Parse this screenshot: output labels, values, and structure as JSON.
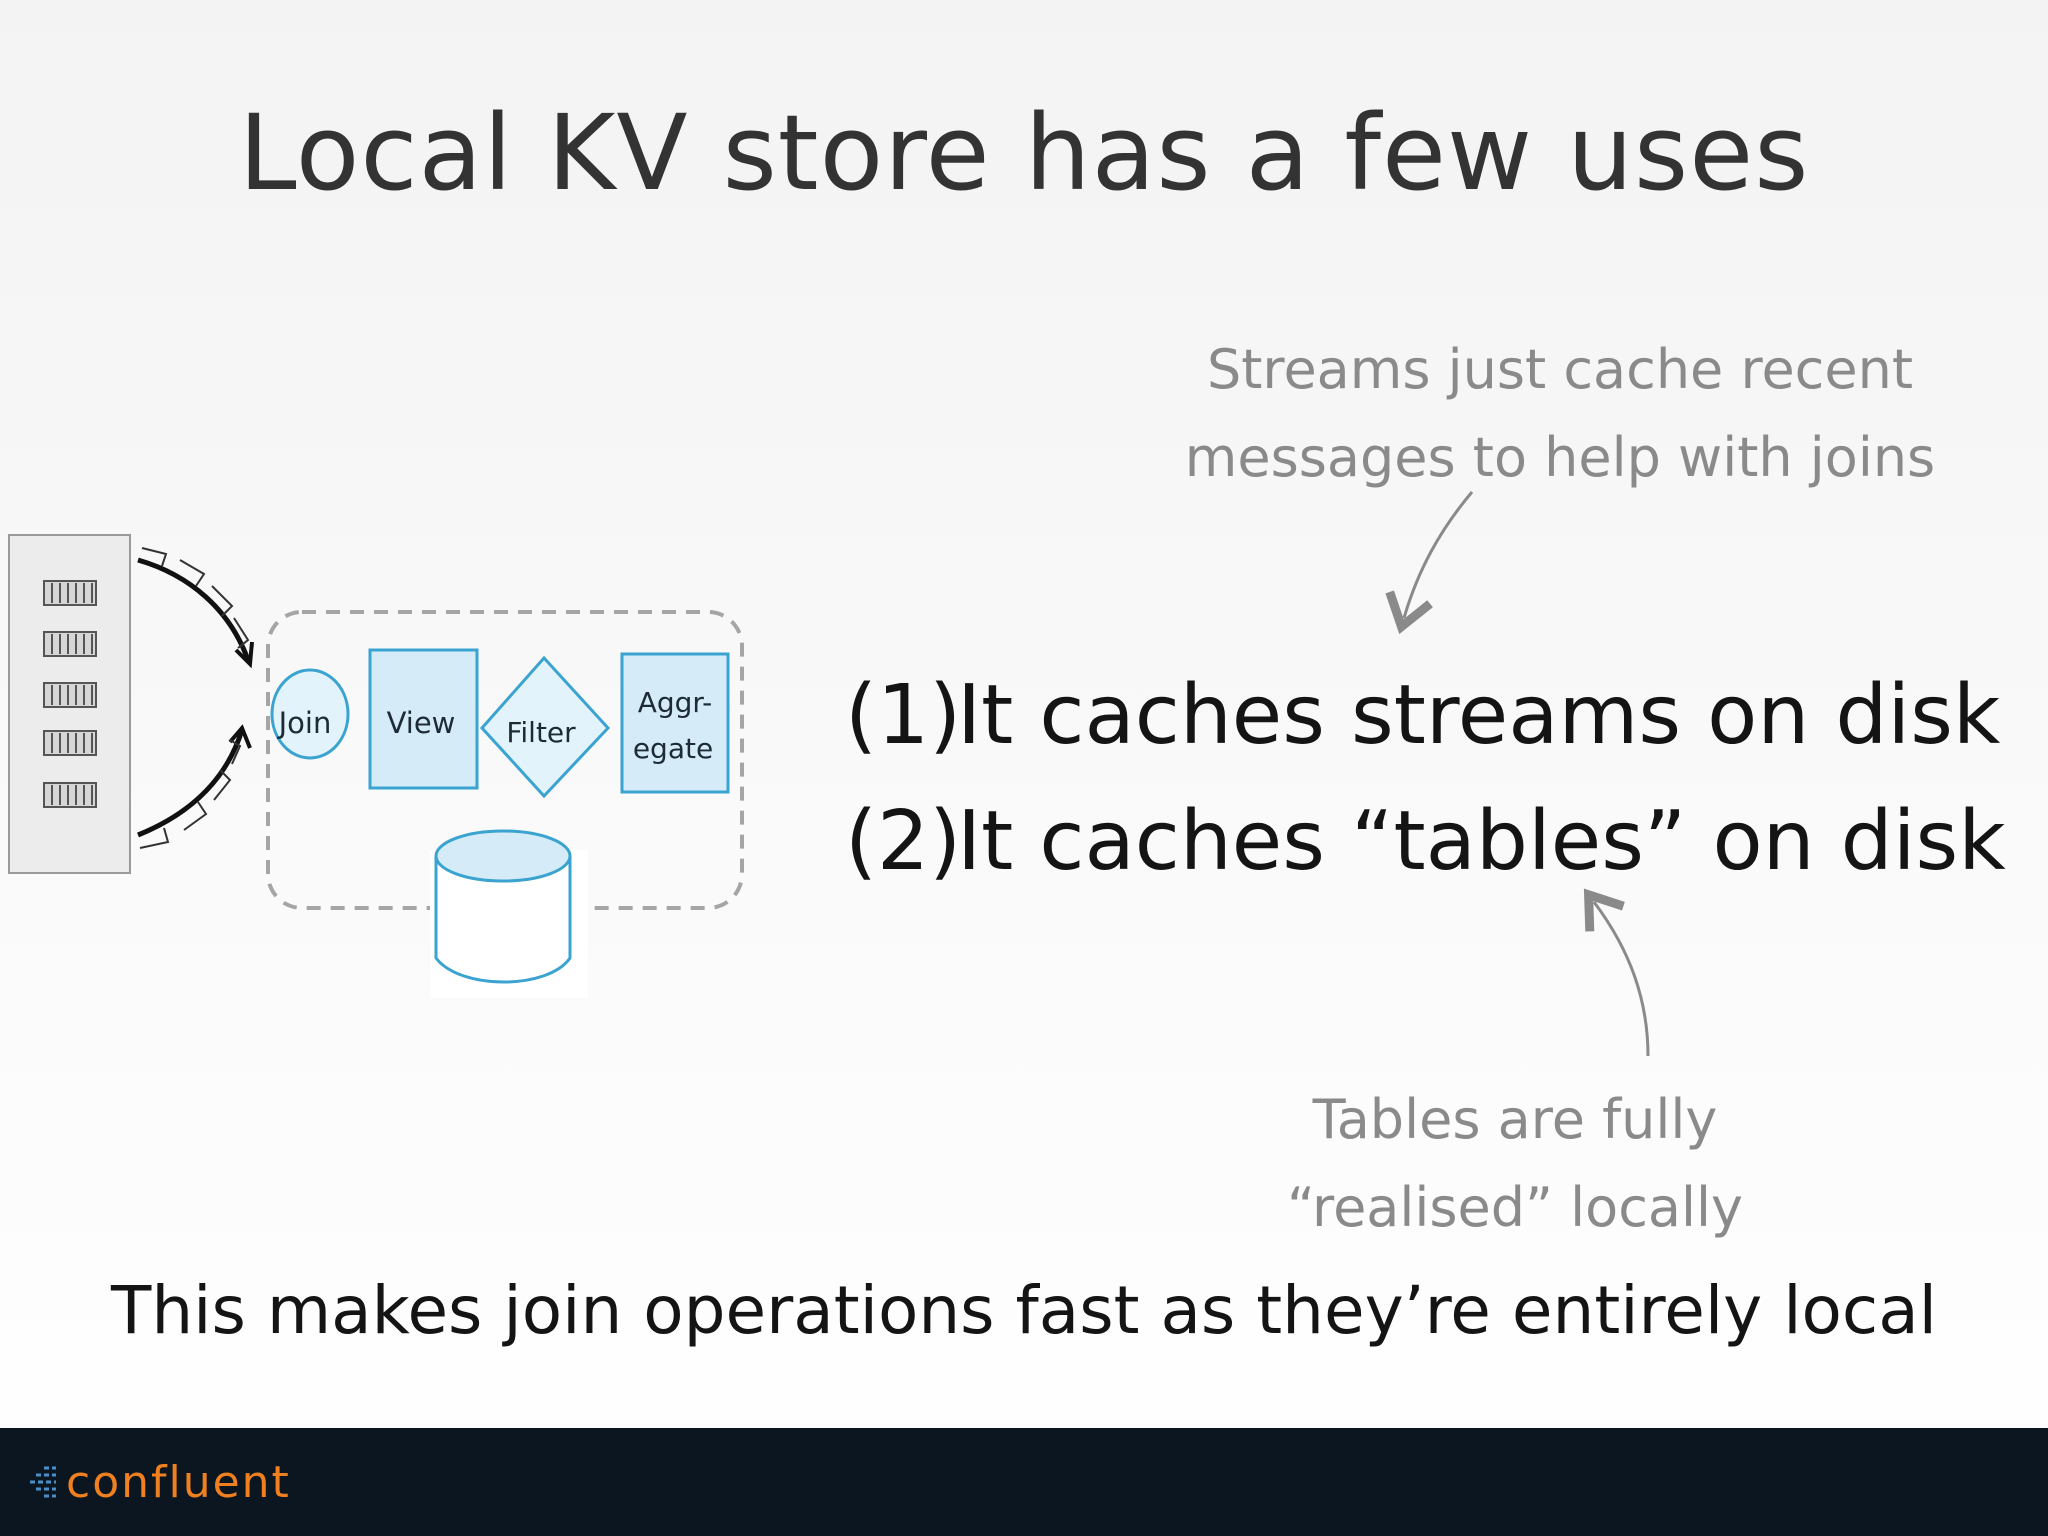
{
  "slide": {
    "title": "Local KV store has a few uses",
    "annotation_streams": [
      "Streams just cache recent",
      "messages to help with joins"
    ],
    "points": [
      {
        "number": "(1)",
        "text": "It caches streams on disk"
      },
      {
        "number": "(2)",
        "text": "It caches “tables” on disk"
      }
    ],
    "annotation_tables": [
      "Tables are fully",
      "“realised” locally"
    ],
    "conclusion": "This makes join operations fast as they’re entirely local"
  },
  "diagram": {
    "operators": {
      "join": "Join",
      "view": "View",
      "filter": "Filter",
      "aggregate_line1": "Aggr-",
      "aggregate_line2": "egate"
    },
    "accent_color": "#3ba3d0",
    "fill_color": "#e3f3fb"
  },
  "footer": {
    "logo_text": "confluent",
    "logo_color": "#f0801f",
    "background": "#0b1620"
  }
}
